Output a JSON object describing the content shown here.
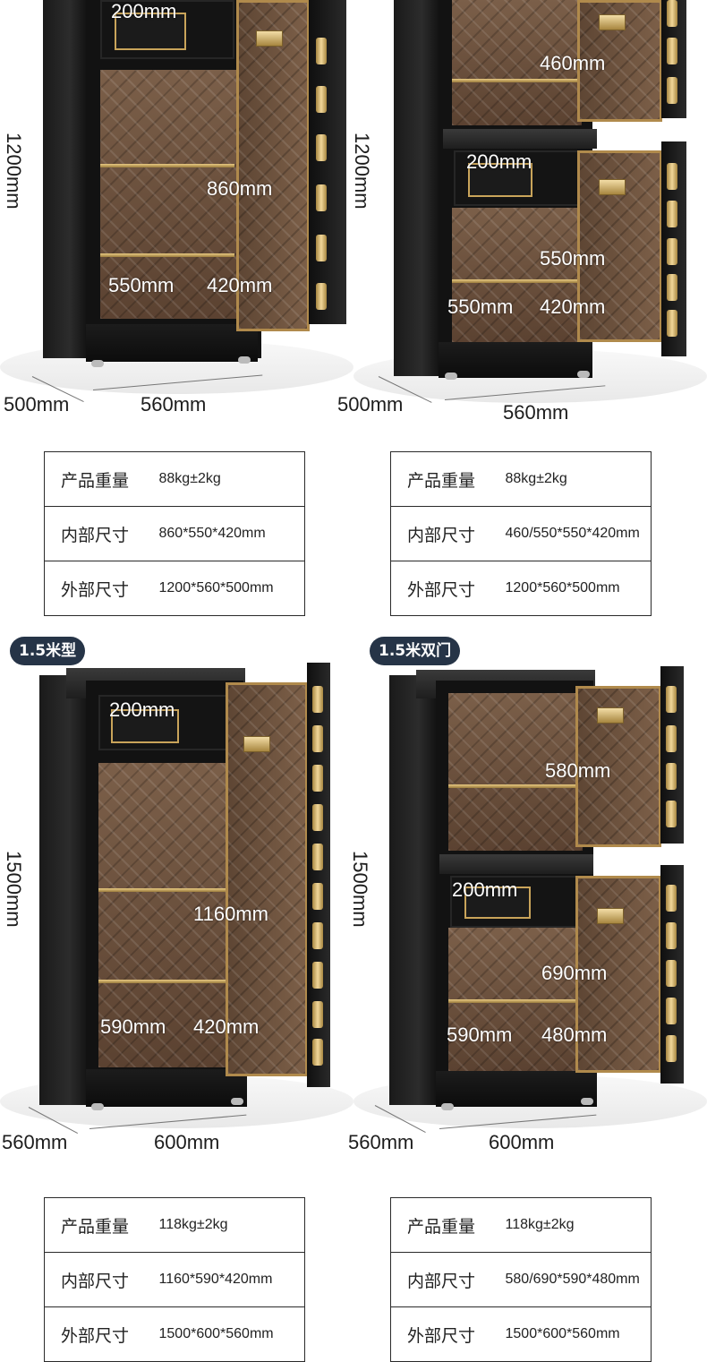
{
  "models": [
    {
      "badge": "",
      "dims": {
        "height": "1200mm",
        "drawer": "200mm",
        "inner_height": "860mm",
        "inner_width": "550mm",
        "inner_depth": "420mm",
        "depth": "500mm",
        "width": "560mm"
      },
      "spec": [
        {
          "label": "产品重量",
          "value": "88kg±2kg"
        },
        {
          "label": "内部尺寸",
          "value": "860*550*420mm"
        },
        {
          "label": "外部尺寸",
          "value": "1200*560*500mm"
        }
      ]
    },
    {
      "badge": "",
      "dims": {
        "height": "1200mm",
        "upper_height": "460mm",
        "drawer": "200mm",
        "lower_height": "550mm",
        "inner_width": "550mm",
        "inner_depth": "420mm",
        "depth": "500mm",
        "width": "560mm"
      },
      "spec": [
        {
          "label": "产品重量",
          "value": "88kg±2kg"
        },
        {
          "label": "内部尺寸",
          "value": "460/550*550*420mm"
        },
        {
          "label": "外部尺寸",
          "value": "1200*560*500mm"
        }
      ]
    },
    {
      "badge": "1.5米型",
      "dims": {
        "height": "1500mm",
        "drawer": "200mm",
        "inner_height": "1160mm",
        "inner_width": "590mm",
        "inner_depth": "420mm",
        "depth": "560mm",
        "width": "600mm"
      },
      "spec": [
        {
          "label": "产品重量",
          "value": "118kg±2kg"
        },
        {
          "label": "内部尺寸",
          "value": "1160*590*420mm"
        },
        {
          "label": "外部尺寸",
          "value": "1500*600*560mm"
        }
      ]
    },
    {
      "badge": "1.5米双门",
      "dims": {
        "height": "1500mm",
        "upper_height": "580mm",
        "drawer": "200mm",
        "lower_height": "690mm",
        "inner_width": "590mm",
        "inner_depth": "480mm",
        "depth": "560mm",
        "width": "600mm"
      },
      "spec": [
        {
          "label": "产品重量",
          "value": "118kg±2kg"
        },
        {
          "label": "内部尺寸",
          "value": "580/690*590*480mm"
        },
        {
          "label": "外部尺寸",
          "value": "1500*600*560mm"
        }
      ]
    }
  ],
  "colors": {
    "badge_bg": "#263447",
    "gold": "#c9a45a",
    "interior": "#6a4f3b",
    "body": "#1a1a1a"
  },
  "icons": [
    "safe-image",
    "door-bolt-icon",
    "keypad-icon"
  ]
}
